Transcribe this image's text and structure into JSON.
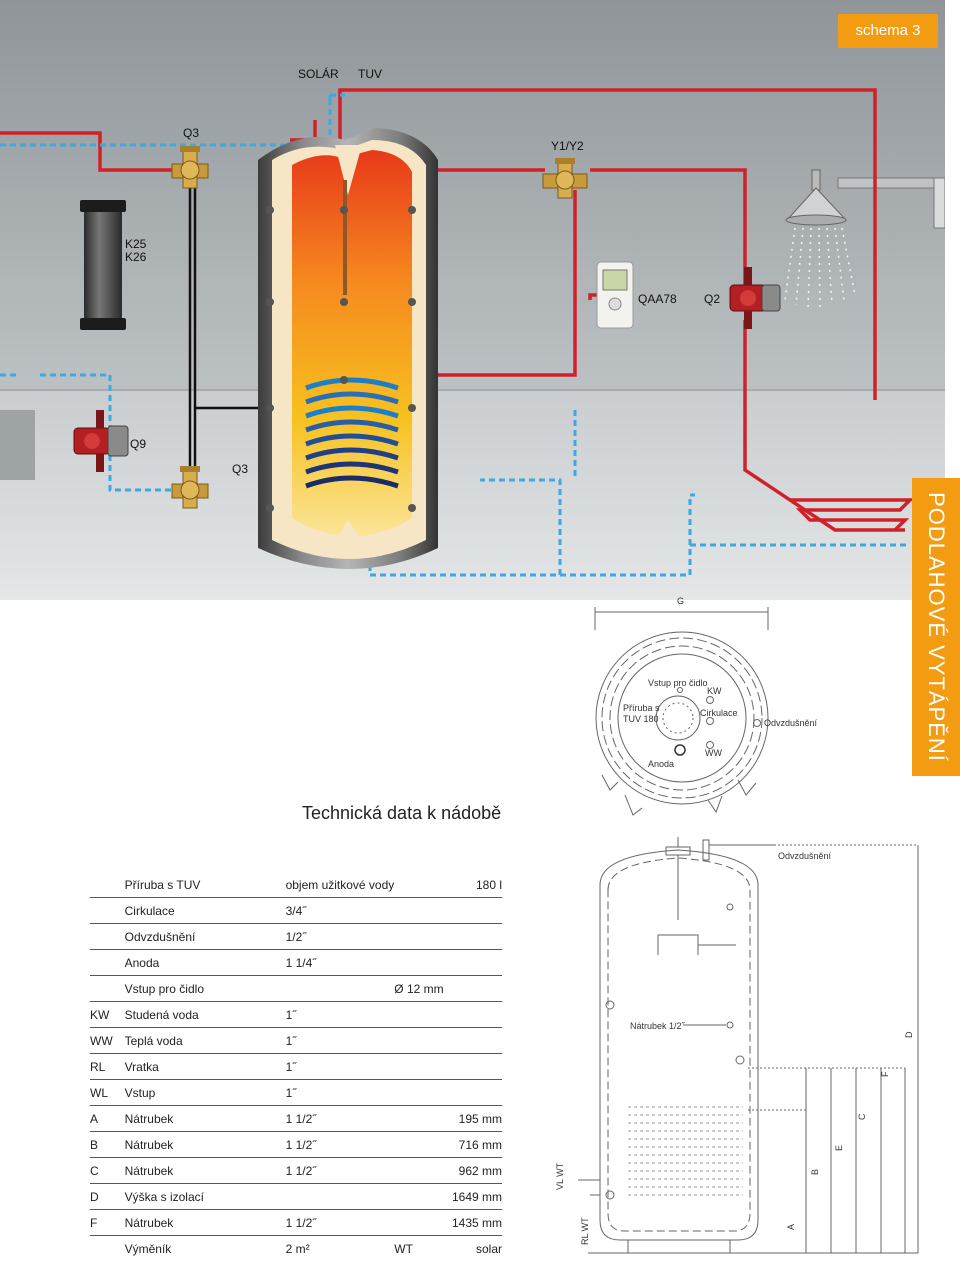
{
  "header": {
    "schema_label": "schema 3"
  },
  "side_label": "PODLAHOVÉ VYTÁPĚNÍ",
  "scene_labels": {
    "solar": "SOLÁR",
    "tuv": "TUV",
    "q3_top": "Q3",
    "q3_bottom": "Q3",
    "y1y2": "Y1/Y2",
    "k25": "K25",
    "k26": "K26",
    "qaa78": "QAA78",
    "q2": "Q2",
    "q9": "Q9"
  },
  "top_view": {
    "g": "G",
    "vstup": "Vstup pro čidlo",
    "kw": "KW",
    "priruba1": "Příruba s",
    "priruba2": "TUV 180",
    "cirkulace": "Cirkulace",
    "odvzdusneni": "Odvzdušnění",
    "anoda": "Anoda",
    "ww": "WW"
  },
  "side_view": {
    "odvzdusneni": "Odvzdušnění",
    "natrubek": "Nátrubek 1/2˝",
    "dims": {
      "d": "D",
      "f": "F",
      "c": "C",
      "e": "E",
      "b": "B",
      "a": "A"
    },
    "vl_wt": "VL WT",
    "rl_wt": "RL WT"
  },
  "section_title": "Technická data k nádobě",
  "table": [
    {
      "code": "",
      "name": "Příruba s TUV",
      "value": "objem užitkové vody",
      "extra": "",
      "amount": "180 l"
    },
    {
      "code": "",
      "name": "Cirkulace",
      "value": "3/4˝",
      "extra": "",
      "amount": ""
    },
    {
      "code": "",
      "name": "Odvzdušnění",
      "value": "1/2˝",
      "extra": "",
      "amount": ""
    },
    {
      "code": "",
      "name": "Anoda",
      "value": "1 1/4˝",
      "extra": "",
      "amount": ""
    },
    {
      "code": "",
      "name": "Vstup pro čidlo",
      "value": "",
      "extra": "Ø 12 mm",
      "amount": ""
    },
    {
      "code": "KW",
      "name": "Studená voda",
      "value": "1˝",
      "extra": "",
      "amount": ""
    },
    {
      "code": "WW",
      "name": "Teplá voda",
      "value": "1˝",
      "extra": "",
      "amount": ""
    },
    {
      "code": "RL",
      "name": "Vratka",
      "value": "1˝",
      "extra": "",
      "amount": ""
    },
    {
      "code": "WL",
      "name": "Vstup",
      "value": "1˝",
      "extra": "",
      "amount": ""
    },
    {
      "code": "A",
      "name": "Nátrubek",
      "value": "1 1/2˝",
      "extra": "",
      "amount": "195 mm"
    },
    {
      "code": "B",
      "name": "Nátrubek",
      "value": "1 1/2˝",
      "extra": "",
      "amount": "716 mm"
    },
    {
      "code": "C",
      "name": "Nátrubek",
      "value": "1 1/2˝",
      "extra": "",
      "amount": "962 mm"
    },
    {
      "code": "D",
      "name": "Výška s izolací",
      "value": "",
      "extra": "",
      "amount": "1649 mm"
    },
    {
      "code": "F",
      "name": "Nátrubek",
      "value": "1 1/2˝",
      "extra": "",
      "amount": "1435 mm"
    },
    {
      "code": "",
      "name": "Výměník",
      "value": "2 m²",
      "extra": "WT",
      "amount": "solar"
    }
  ]
}
